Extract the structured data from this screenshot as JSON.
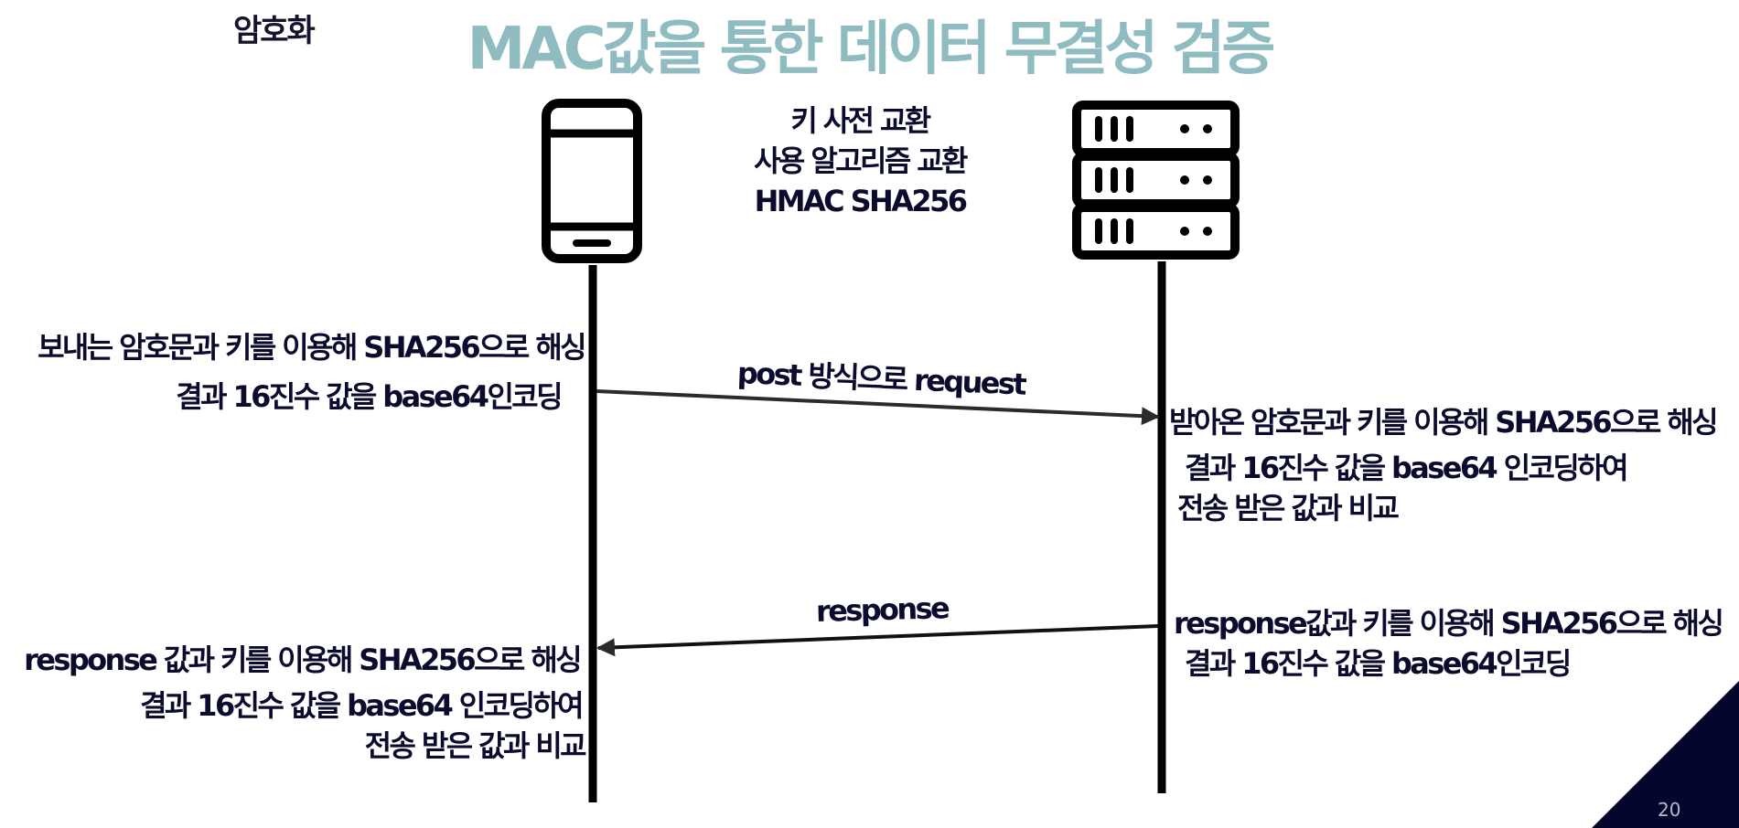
{
  "section_label": "암호화",
  "title": "MAC값을 통한 데이터 무결성 검증",
  "colors": {
    "title": "#8fbcc1",
    "ink": "#0b0b2e",
    "corner": "#05062e"
  },
  "icons": {
    "client": "smartphone-icon",
    "server": "server-rack-icon"
  },
  "key_exchange": {
    "line1": "키 사전 교환",
    "line2": "사용 알고리즘 교환",
    "line3": "HMAC SHA256"
  },
  "client_send": {
    "line1": "보내는 암호문과 키를 이용해  SHA256으로 해싱",
    "line2": "결과 16진수 값을 base64인코딩"
  },
  "request_label": "post 방식으로 request",
  "server_verify": {
    "line1": "받아온 암호문과 키를 이용해 SHA256으로 해싱",
    "line2": "결과 16진수 값을 base64 인코딩하여",
    "line3": "전송 받은 값과 비교"
  },
  "response_label": "response",
  "server_response": {
    "line1": "response값과 키를 이용해 SHA256으로 해싱",
    "line2": "결과 16진수 값을 base64인코딩"
  },
  "client_verify": {
    "line1": "response 값과 키를 이용해 SHA256으로 해싱",
    "line2": "결과 16진수 값을 base64 인코딩하여",
    "line3": "전송 받은 값과 비교"
  },
  "page_number": "20"
}
